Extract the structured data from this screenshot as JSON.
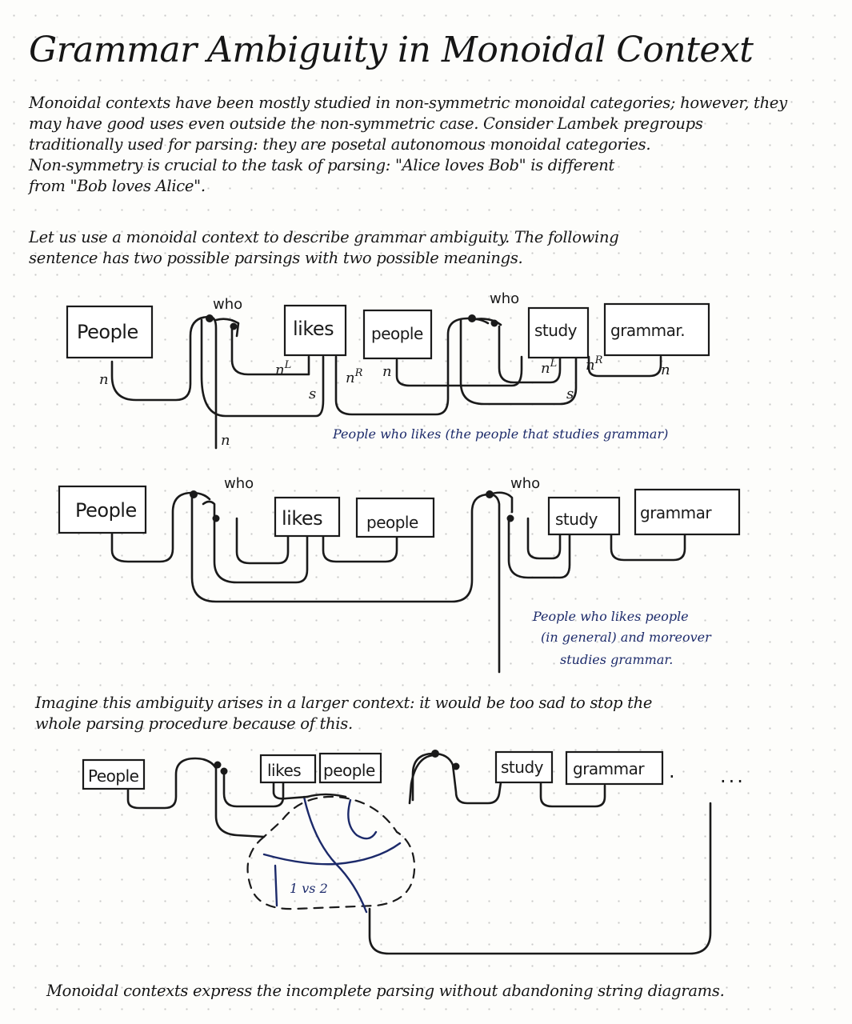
{
  "title": "Grammar Ambiguity in Monoidal Context",
  "intro_lines": [
    "Monoidal contexts have been mostly studied in non-symmetric monoidal categories; however, they",
    "may have good uses even outside the non-symmetric case. Consider Lambek pregroups",
    "traditionally used for parsing: they are posetal autonomous monoidal categories.",
    "Non-symmetry is crucial to the task of parsing: \"Alice loves Bob\" is different",
    "from \"Bob loves Alice\"."
  ],
  "ambiguity_lines": [
    "Let us use a monoidal context to describe grammar ambiguity. The following",
    "sentence has two possible parsings with two possible meanings."
  ],
  "diagram1": {
    "words": [
      "People",
      "likes",
      "people",
      "study",
      "grammar."
    ],
    "who_labels": [
      "who",
      "who"
    ],
    "types": [
      "n",
      "n",
      "s",
      "n",
      "n",
      "n",
      "s",
      "n",
      "n"
    ],
    "type_labels": {
      "n_left": "nL",
      "n_right": "nR"
    },
    "caption": "People who likes (the people that studies grammar)"
  },
  "diagram2": {
    "words": [
      "People",
      "likes",
      "people",
      "study",
      "grammar"
    ],
    "who_labels": [
      "who",
      "who"
    ],
    "caption_lines": [
      "People who likes people",
      "(in general) and moreover",
      "studies grammar."
    ]
  },
  "larger_context_lines": [
    "Imagine this ambiguity arises in a larger context: it would be too sad to stop the",
    "whole parsing procedure because of this."
  ],
  "diagram3": {
    "words": [
      "People",
      "likes",
      "people",
      "study",
      "grammar"
    ],
    "trailing_period": ".",
    "ellipsis": "...",
    "context_label": "1 vs 2"
  },
  "conclusion": "Monoidal contexts express the incomplete parsing without abandoning string diagrams.",
  "colors": {
    "ink": "#1a1a1a",
    "blue_ink": "#1c2a6a",
    "paper": "#fdfdfb"
  }
}
